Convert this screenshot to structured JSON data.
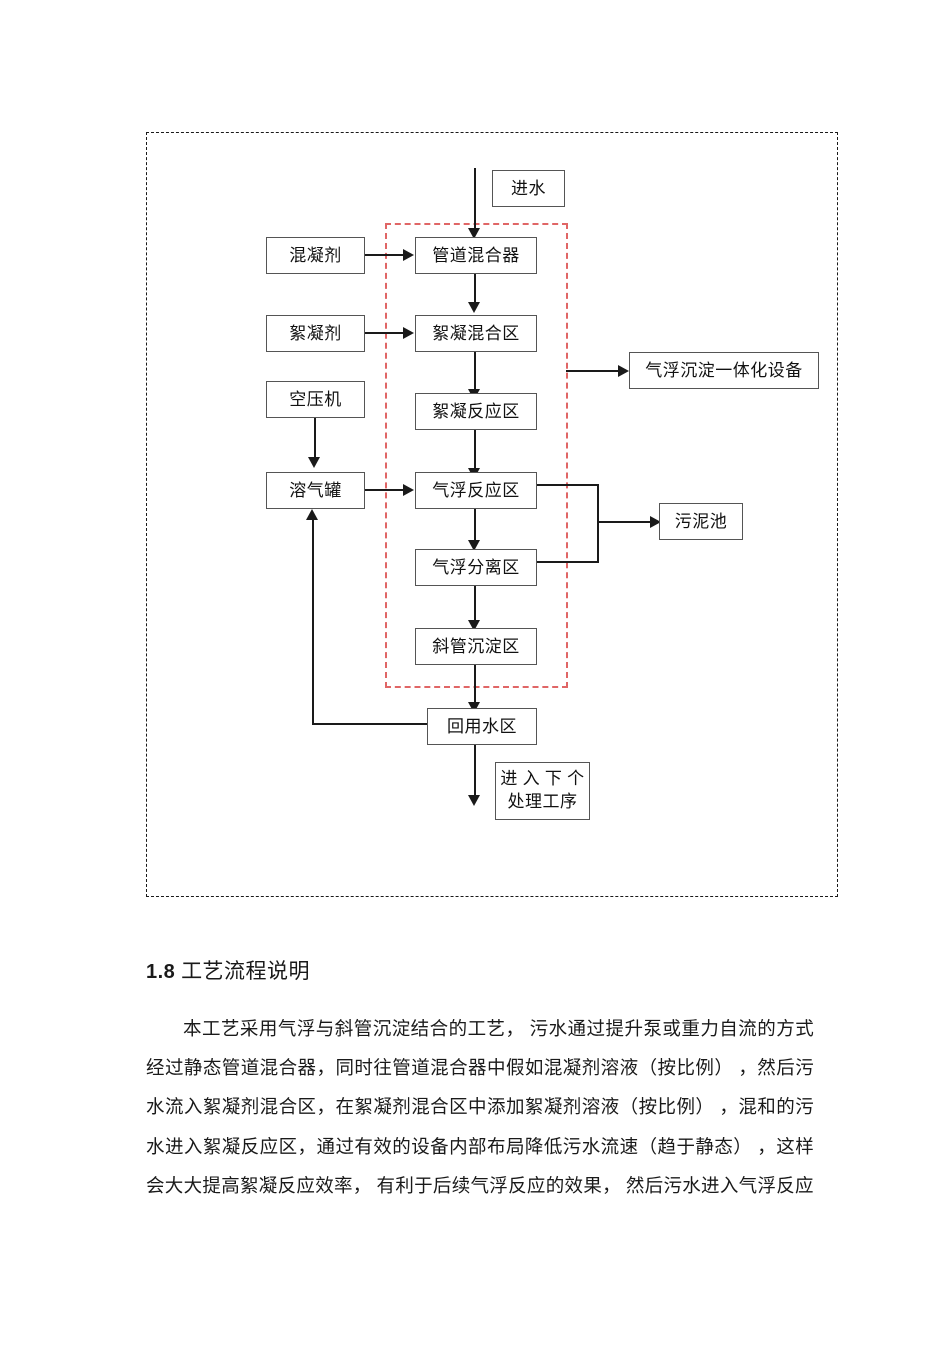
{
  "document": {
    "section": {
      "number": "1.8",
      "title": "工艺流程说明"
    },
    "paragraph": "本工艺采用气浮与斜管沉淀结合的工艺， 污水通过提升泵或重力自流的方式经过静态管道混合器，同时往管道混合器中假如混凝剂溶液（按比例） ，然后污水流入絮凝剂混合区，在絮凝剂混合区中添加絮凝剂溶液（按比例） ，混和的污水进入絮凝反应区，通过有效的设备内部布局降低污水流速（趋于静态） ，这样会大大提高絮凝反应效率， 有利于后续气浮反应的效果， 然后污水进入气浮反应"
  },
  "diagram": {
    "type": "process-flow",
    "outer_frame": {
      "style": "dashed",
      "color": "#1a1a1a"
    },
    "highlight_frame": {
      "style": "dashed",
      "color": "#e06666",
      "meaning": "气浮沉淀一体化设备"
    },
    "nodes": {
      "influent": "进水",
      "coagulant": "混凝剂",
      "flocculant": "絮凝剂",
      "air_compressor": "空压机",
      "dissolved_air_tank": "溶气罐",
      "pipe_mixer": "管道混合器",
      "floc_mixing_zone": "絮凝混合区",
      "floc_reaction_zone": "絮凝反应区",
      "flotation_reaction_zone": "气浮反应区",
      "flotation_separation_zone": "气浮分离区",
      "tube_settler_zone": "斜管沉淀区",
      "reuse_water_zone": "回用水区",
      "integrated_equipment": "气浮沉淀一体化设备",
      "sludge_pond": "污泥池",
      "next_process_line1": "进 入 下 个",
      "next_process_line2": "处理工序"
    },
    "edges": [
      {
        "from": "进水",
        "to": "管道混合器"
      },
      {
        "from": "混凝剂",
        "to": "管道混合器"
      },
      {
        "from": "管道混合器",
        "to": "絮凝混合区"
      },
      {
        "from": "絮凝剂",
        "to": "絮凝混合区"
      },
      {
        "from": "絮凝混合区",
        "to": "絮凝反应区"
      },
      {
        "from": "空压机",
        "to": "溶气罐"
      },
      {
        "from": "絮凝反应区",
        "to": "气浮反应区"
      },
      {
        "from": "溶气罐",
        "to": "气浮反应区"
      },
      {
        "from": "气浮反应区",
        "to": "气浮分离区"
      },
      {
        "from": "气浮反应区",
        "to": "污泥池"
      },
      {
        "from": "气浮分离区",
        "to": "污泥池"
      },
      {
        "from": "气浮分离区",
        "to": "斜管沉淀区"
      },
      {
        "from": "斜管沉淀区",
        "to": "回用水区"
      },
      {
        "from": "回用水区",
        "to": "溶气罐"
      },
      {
        "from": "回用水区",
        "to": "进入下个处理工序"
      },
      {
        "from": "一体化区域",
        "to": "气浮沉淀一体化设备"
      }
    ]
  }
}
